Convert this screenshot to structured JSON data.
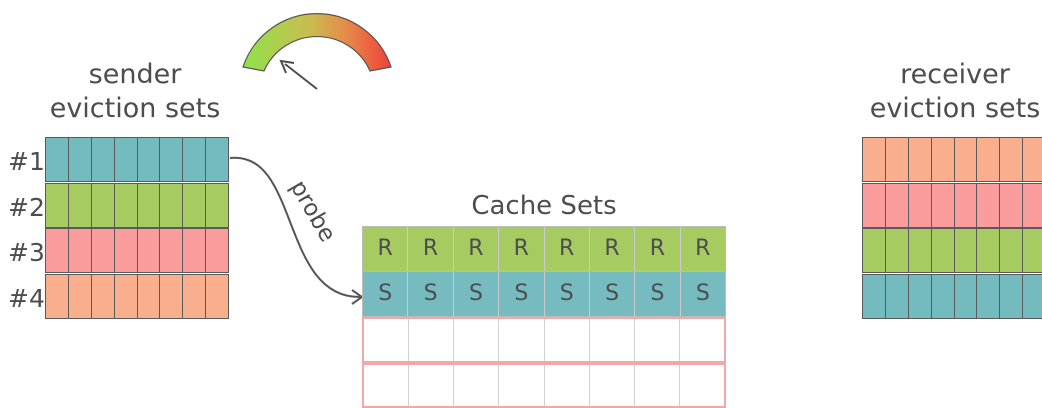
{
  "sender": {
    "title_line1": "sender",
    "title_line2": "eviction sets",
    "rows": [
      {
        "label": "#1",
        "color": "#74bbbf"
      },
      {
        "label": "#2",
        "color": "#a6cc61"
      },
      {
        "label": "#3",
        "color": "#fb9c9c"
      },
      {
        "label": "#4",
        "color": "#f9af8e"
      }
    ]
  },
  "receiver": {
    "title_line1": "receiver",
    "title_line2": "eviction sets",
    "rows": [
      {
        "color": "#f9af8e"
      },
      {
        "color": "#fb9c9c"
      },
      {
        "color": "#a6cc61"
      },
      {
        "color": "#74bbbf"
      }
    ]
  },
  "cache": {
    "title": "Cache Sets",
    "rows": [
      {
        "type": "receiver",
        "labels": [
          "R",
          "R",
          "R",
          "R",
          "R",
          "R",
          "R",
          "R"
        ]
      },
      {
        "type": "sender",
        "labels": [
          "S",
          "S",
          "S",
          "S",
          "S",
          "S",
          "S",
          "S"
        ]
      },
      {
        "type": "empty",
        "labels": [
          "",
          "",
          "",
          "",
          "",
          "",
          "",
          ""
        ]
      },
      {
        "type": "empty",
        "labels": [
          "",
          "",
          "",
          "",
          "",
          "",
          "",
          ""
        ]
      }
    ]
  },
  "arrow_label": "probe",
  "gauge": {
    "gradient_colors": [
      "#8ee34a",
      "#e9e14d",
      "#f0a040",
      "#f0403a"
    ],
    "arrow_color": "#4d4d4d"
  }
}
